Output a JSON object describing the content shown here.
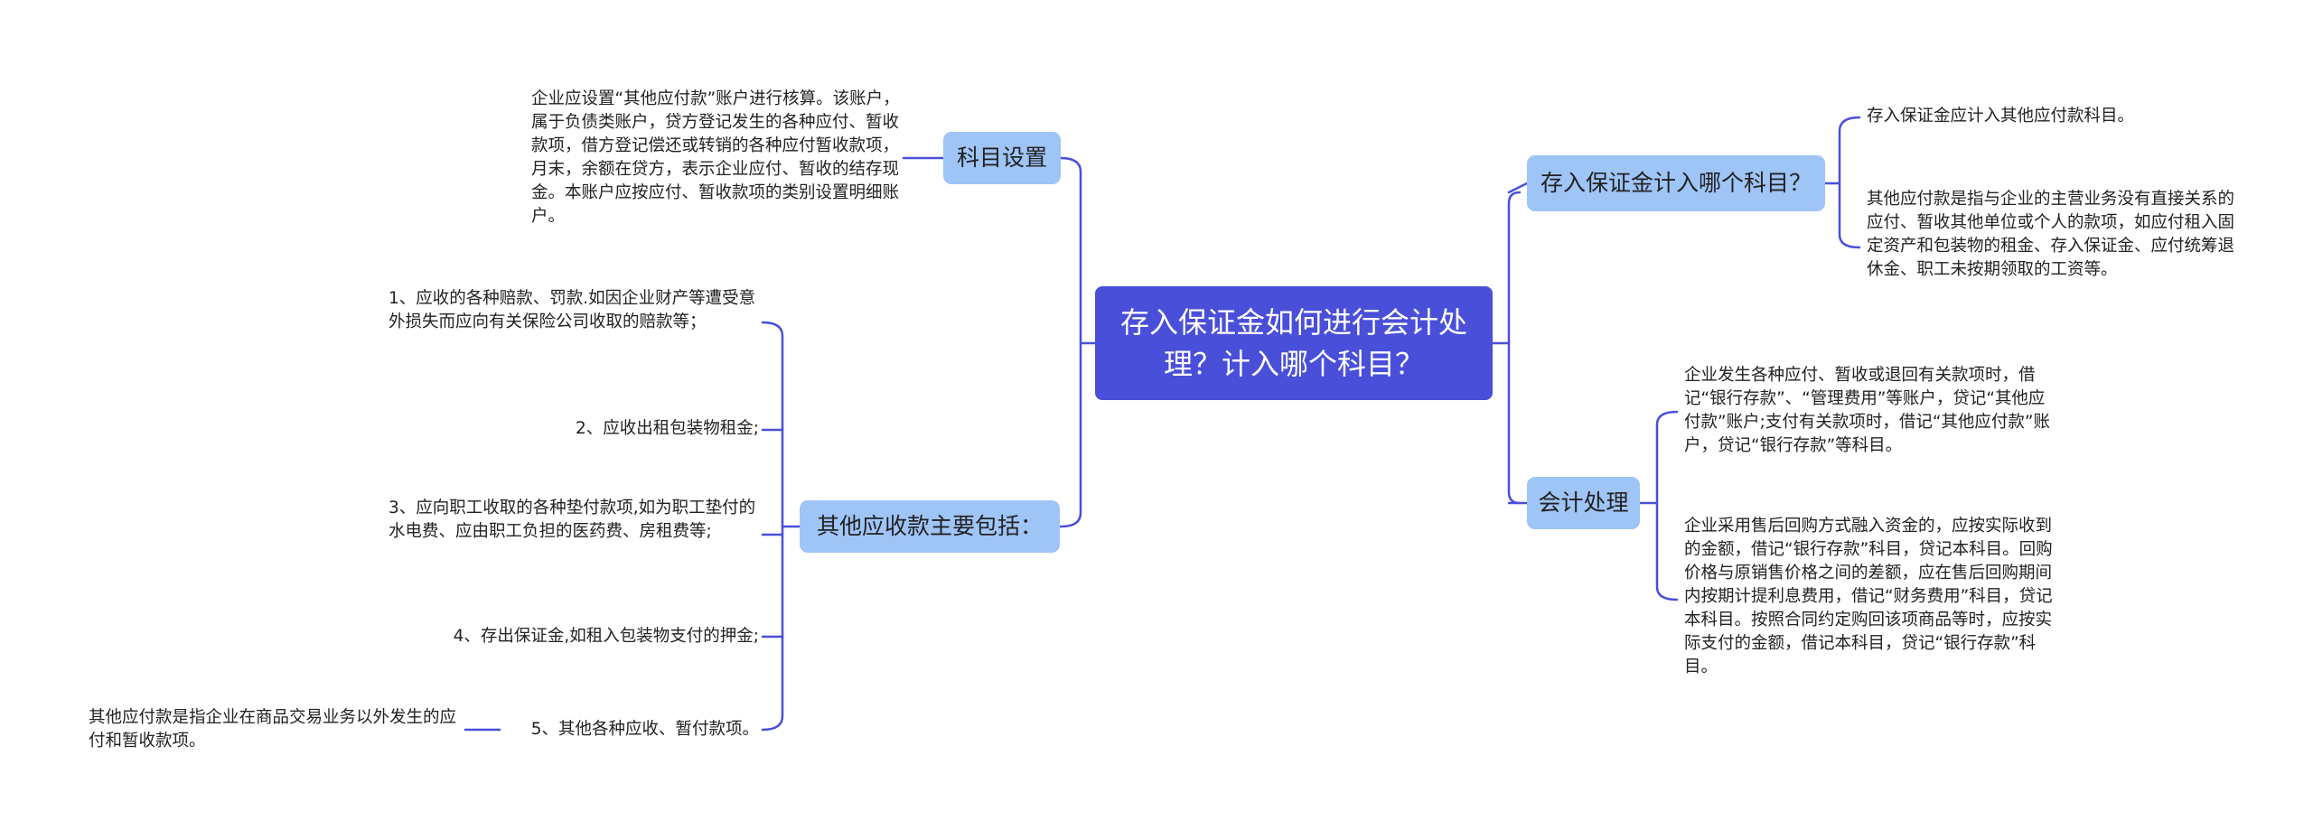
{
  "root": "存入保证金如何进行会计处理？计入哪个科目？",
  "left": {
    "kemu": {
      "label": "科目设置",
      "desc": "企业应设置“其他应付款”账户进行核算。该账户，属于负债类账户，贷方登记发生的各种应付、暂收款项，借方登记偿还或转销的各种应付暂收款项，月末，余额在贷方，表示企业应付、暂收的结存现金。本账户应按应付、暂收款项的类别设置明细账户。"
    },
    "qita": {
      "label": "其他应收款主要包括：",
      "items": [
        "1、应收的各种赔款、罚款.如因企业财产等遭受意外损失而应向有关保险公司收取的赔款等；",
        "2、应收出租包装物租金;",
        "3、应向职工收取的各种垫付款项,如为职工垫付的水电费、应由职工负担的医药费、房租费等;",
        "4、存出保证金,如租入包装物支付的押金;",
        "5、其他各种应收、暂付款项。"
      ],
      "sub_note": "其他应付款是指企业在商品交易业务以外发生的应付和暂收款项。"
    }
  },
  "right": {
    "jiru": {
      "label": "存入保证金计入哪个科目？",
      "items": [
        "存入保证金应计入其他应付款科目。",
        "其他应付款是指与企业的主营业务没有直接关系的应付、暂收其他单位或个人的款项，如应付租入固定资产和包装物的租金、存入保证金、应付统筹退休金、职工未按期领取的工资等。"
      ]
    },
    "kuaiji": {
      "label": "会计处理",
      "items": [
        "企业发生各种应付、暂收或退回有关款项时，借记“银行存款”、“管理费用”等账户，贷记“其他应付款”账户;支付有关款项时，借记“其他应付款”账户，贷记“银行存款”等科目。",
        "企业采用售后回购方式融入资金的，应按实际收到的金额，借记“银行存款”科目，贷记本科目。回购价格与原销售价格之间的差额，应在售后回购期间内按期计提利息费用，借记“财务费用”科目，贷记本科目。按照合同约定购回该项商品等时，应按实际支付的金额，借记本科目，贷记“银行存款”科目。"
      ]
    }
  },
  "colors": {
    "root": "#4a4fd9",
    "branch": "#9fc4f6",
    "line": "#4a4fd9"
  }
}
